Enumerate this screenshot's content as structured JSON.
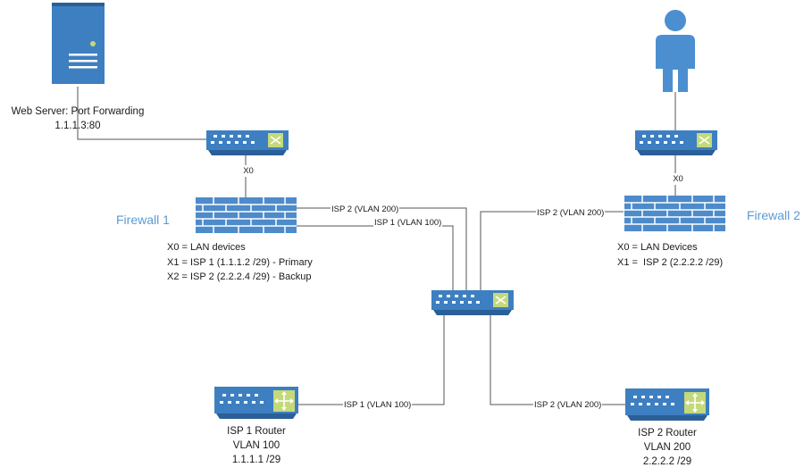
{
  "colors": {
    "device_fill": "#3e7fc1",
    "device_dark": "#2a5f97",
    "router_panel": "#c4d97a",
    "brick_fill": "#4d8bcb",
    "brick_line": "#ffffff",
    "person": "#4b8fd1",
    "line": "#555555",
    "firewall_title": "#5b9bd5"
  },
  "icons": {
    "web_server": "server-icon",
    "user": "person-icon",
    "switch": "switch-icon",
    "firewall": "firewall-icon",
    "router": "router-icon"
  },
  "web_server": {
    "label_line1": "Web Server: Port Forwarding",
    "label_line2": "1.1.1.3:80"
  },
  "firewall1": {
    "title": "Firewall 1",
    "port_label": "X0",
    "notes": [
      "X0 = LAN devices",
      "X1 = ISP 1 (1.1.1.2 /29) - Primary",
      "X2 = ISP 2 (2.2.2.4 /29) - Backup"
    ]
  },
  "firewall2": {
    "title": "Firewall 2",
    "port_label": "X0",
    "notes": [
      "X0 = LAN Devices",
      "X1 =  ISP 2 (2.2.2.2 /29)"
    ]
  },
  "links": {
    "fw1_isp2": "ISP 2 (VLAN 200)",
    "fw1_isp1": "ISP 1 (VLAN 100)",
    "fw2_isp2": "ISP 2 (VLAN 200)",
    "router1_link": "ISP 1 (VLAN 100)",
    "router2_link": "ISP 2 (VLAN 200)"
  },
  "isp1_router": {
    "name": "ISP 1 Router",
    "vlan": "VLAN 100",
    "ip": "1.1.1.1 /29"
  },
  "isp2_router": {
    "name": "ISP 2 Router",
    "vlan": "VLAN 200",
    "ip": "2.2.2.2 /29"
  }
}
